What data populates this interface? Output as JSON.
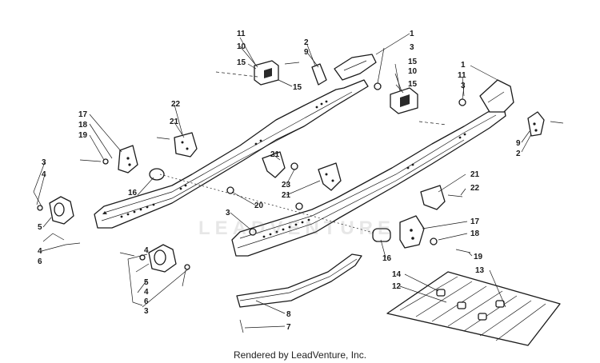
{
  "watermark": "LEADVENTURE",
  "caption": "Rendered by LeadVenture, Inc.",
  "callouts": {
    "c1a": "1",
    "c3a": "3",
    "c2a": "2",
    "c9a": "9",
    "c10a": "10",
    "c11a": "11",
    "c15a": "15",
    "c15b": "15",
    "c15c": "15",
    "c10b": "10",
    "c15d": "15",
    "c1b": "1",
    "c11b": "11",
    "c3b": "3",
    "c9b": "9",
    "c2b": "2",
    "c22a": "22",
    "c21a": "21",
    "c17a": "17",
    "c18a": "18",
    "c19a": "19",
    "c3c": "3",
    "c4a": "4",
    "c16a": "16",
    "c5a": "5",
    "c4b": "4",
    "c6a": "6",
    "c21b": "21",
    "c23a": "23",
    "c21c": "21",
    "c20a": "20",
    "c21d": "21",
    "c22b": "22",
    "c17b": "17",
    "c18b": "18",
    "c19b": "19",
    "c16b": "16",
    "c3d": "3",
    "c4c": "4",
    "c5b": "5",
    "c4d": "4",
    "c6b": "6",
    "c3e": "3",
    "c8a": "8",
    "c7a": "7",
    "c14a": "14",
    "c12a": "12",
    "c13a": "13"
  }
}
